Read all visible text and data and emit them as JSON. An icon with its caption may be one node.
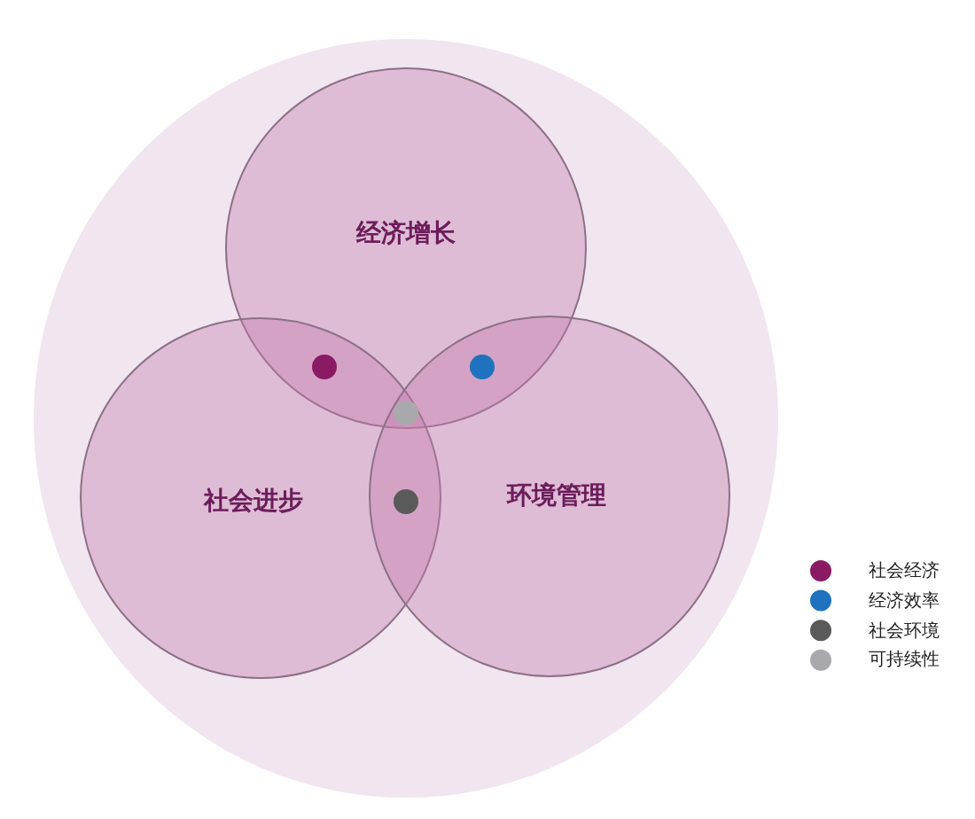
{
  "diagram": {
    "nodes": [
      {
        "text": [
          "经济增长"
        ]
      },
      {
        "text": [
          "社会进步"
        ]
      },
      {
        "text": [
          "环境管理"
        ]
      }
    ],
    "legend": [
      {
        "text": "社会经济",
        "color": "#8b1a65"
      },
      {
        "text": "经济效率",
        "color": "#1f72bd"
      },
      {
        "text": "社会环境",
        "color": "#5a5a5a"
      },
      {
        "text": "可持续性",
        "color": "#a9a9ad"
      }
    ]
  }
}
